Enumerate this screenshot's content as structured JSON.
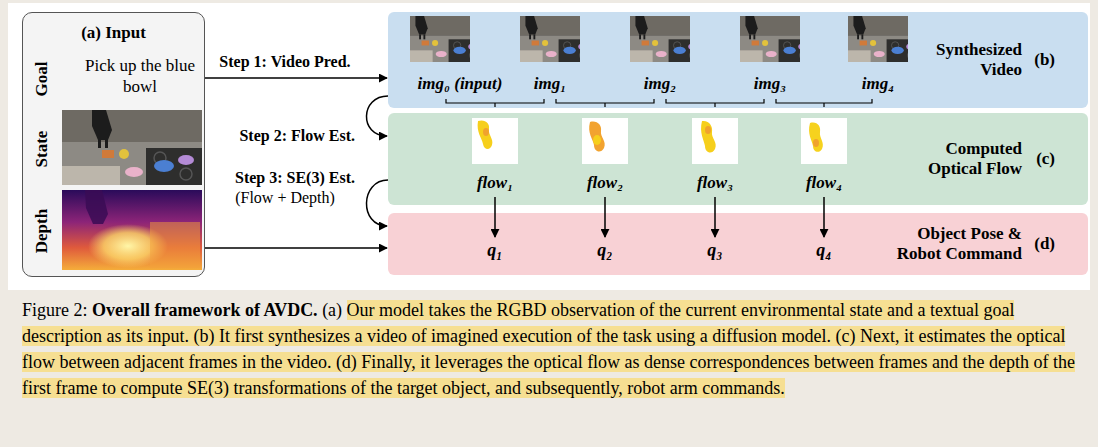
{
  "diagram": {
    "caption": "Figure 2: Overall framework of AVDC. (a) Our model takes the RGBD observation of the current environmental state and a textual goal description as its input. (b) It first synthesizes a video of imagined execution of the task using a diffusion model. (c) Next, it estimates the optical flow between adjacent frames in the video. (d) Finally, it leverages the optical flow as dense correspondences between frames and the depth of the first frame to compute SE(3) transformations of the target object, and subsequently, robot arm commands.",
    "nodes": [
      {
        "text": [
          "(a) Input",
          "Goal",
          "Pick up the blue bowl",
          "State",
          "Depth"
        ]
      },
      {
        "text": [
          "Synthesized Video",
          "(b)"
        ]
      },
      {
        "text": [
          "img₀ (input)"
        ],
        "in": 1
      },
      {
        "text": [
          "img₁"
        ],
        "in": 1
      },
      {
        "text": [
          "img₂"
        ],
        "in": 1
      },
      {
        "text": [
          "img₃"
        ],
        "in": 1
      },
      {
        "text": [
          "img₄"
        ],
        "in": 1
      },
      {
        "text": [
          "Computed Optical Flow",
          "(c)"
        ]
      },
      {
        "text": [
          "flow₁"
        ],
        "in": 7
      },
      {
        "text": [
          "flow₂"
        ],
        "in": 7
      },
      {
        "text": [
          "flow₃"
        ],
        "in": 7
      },
      {
        "text": [
          "flow₄"
        ],
        "in": 7
      },
      {
        "text": [
          "Object Pose & Robot Command",
          "(d)"
        ]
      },
      {
        "text": [
          "q₁"
        ],
        "in": 12
      },
      {
        "text": [
          "q₂"
        ],
        "in": 12
      },
      {
        "text": [
          "q₃"
        ],
        "in": 12
      },
      {
        "text": [
          "q₄"
        ],
        "in": 12
      }
    ],
    "edges": [
      {
        "from": 0,
        "to": 1,
        "arrow": "to",
        "label": "Step 1: Video Pred."
      },
      {
        "from": 1,
        "to": 7,
        "arrow": "to",
        "label": "Step 2: Flow Est."
      },
      {
        "from": 7,
        "to": 12,
        "arrow": "to",
        "label": "Step 3: SE(3) Est."
      },
      {
        "from": 0,
        "to": 12,
        "arrow": "to"
      },
      {
        "from": 8,
        "to": 13,
        "arrow": "to"
      },
      {
        "from": 9,
        "to": 14,
        "arrow": "to"
      },
      {
        "from": 10,
        "to": 15,
        "arrow": "to"
      },
      {
        "from": 11,
        "to": 16,
        "arrow": "to"
      }
    ],
    "labels": [
      "(Flow + Depth)"
    ]
  }
}
